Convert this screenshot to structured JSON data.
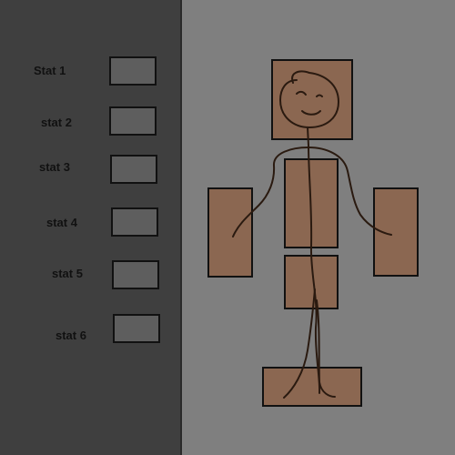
{
  "stats": [
    {
      "label": "Stat 1"
    },
    {
      "label": "stat 2"
    },
    {
      "label": "stat 3"
    },
    {
      "label": "stat 4"
    },
    {
      "label": "stat 5"
    },
    {
      "label": "stat 6"
    }
  ],
  "colors": {
    "sidebar": "#3f3f3f",
    "stage": "#7f7f7f",
    "stat_box": "#5e5e5e",
    "equipment_slot": "#8b6751",
    "stick_figure": "#2a1a10"
  },
  "icons": [
    "stick-figure-icon"
  ]
}
